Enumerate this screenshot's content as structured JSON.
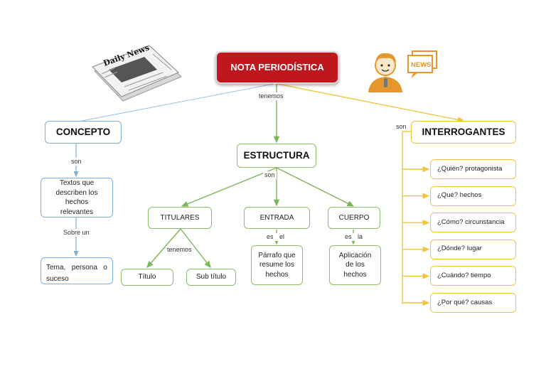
{
  "title": "NOTA PERIODÍSTICA",
  "nodes": {
    "concepto": "CONCEPTO",
    "concepto_def": "Textos que describen los hechos relevantes",
    "concepto_tema": "Tema, persona o suceso",
    "estructura": "ESTRUCTURA",
    "titulares": "TITULARES",
    "entrada": "ENTRADA",
    "cuerpo": "CUERPO",
    "titulo": "Título",
    "subtitulo": "Sub título",
    "entrada_def": "Párrafo que resume los hechos",
    "cuerpo_def": "Aplicación de los hechos",
    "interrogantes": "INTERROGANTES"
  },
  "questions": [
    "¿Quién? protagonista",
    "¿Qué? hechos",
    "¿Cómo? circunstancia",
    "¿Dónde? lugar",
    "¿Cuándo? tiempo",
    "¿Por qué? causas"
  ],
  "labels": {
    "tenemos_main": "tenemos",
    "son_concepto": "son",
    "sobre_un": "Sobre un",
    "son_estructura": "son",
    "tenemos_titulares": "tenemos",
    "es_el": "es el",
    "es_la": "es la",
    "son_interrogantes": "son"
  },
  "images": {
    "newspaper_masthead": "Daily News",
    "reporter_badge": "NEWS"
  },
  "colors": {
    "title_bg": "#c0161d",
    "blue_branch": "#7fb0d8",
    "green_branch": "#7cb65a",
    "gold_branch": "#f2c541"
  }
}
